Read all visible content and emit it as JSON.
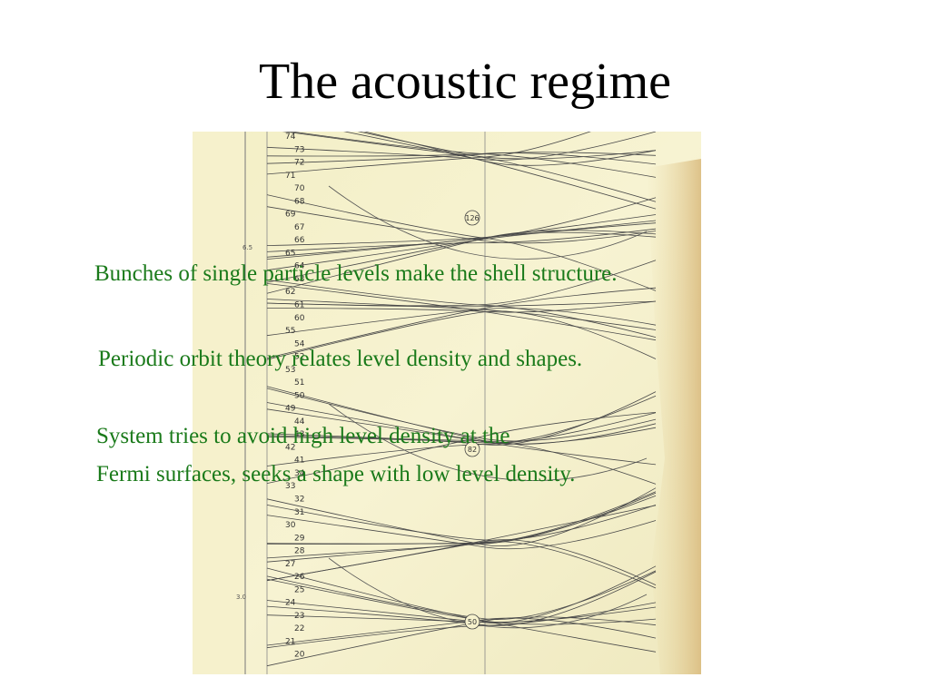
{
  "slide": {
    "title": "The acoustic regime",
    "text_color": "#1a7a1a",
    "bullets": [
      "Bunches  of single particle levels make the shell structure.",
      "Periodic orbit theory relates level density and shapes.",
      "System tries to avoid high level density at the",
      "Fermi surfaces, seeks a shape with low level density."
    ]
  },
  "diagram": {
    "description_type": "scanned nuclear single-particle level diagram",
    "level_numbers": [
      "74",
      "73",
      "72",
      "71",
      "70",
      "68",
      "69",
      "67",
      "66",
      "65",
      "64",
      "63",
      "62",
      "61",
      "60",
      "55",
      "54",
      "52",
      "53",
      "51",
      "50",
      "49",
      "44",
      "43",
      "42",
      "41",
      "34",
      "33",
      "32",
      "31",
      "30",
      "29",
      "28",
      "27",
      "26",
      "25",
      "24",
      "23",
      "22",
      "21",
      "20"
    ],
    "circled_magic_numbers": [
      "126",
      "82",
      "50"
    ],
    "left_scale_labels": [
      "6.5",
      "3.0"
    ]
  }
}
